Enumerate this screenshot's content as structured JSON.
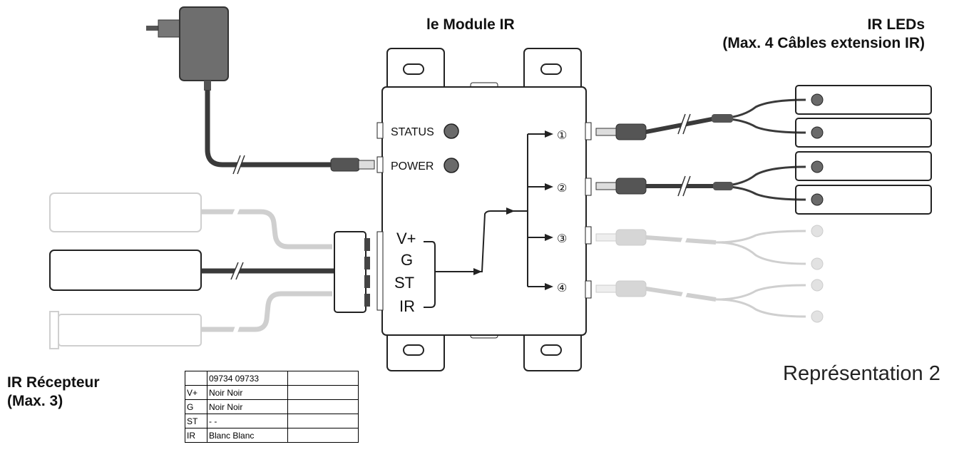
{
  "labels": {
    "module_title": "le Module IR",
    "leds_title_line1": "IR LEDs",
    "leds_title_line2": "(Max. 4 Câbles extension IR)",
    "receiver_title_line1": "IR Récepteur",
    "receiver_title_line2": "(Max. 3)",
    "figure_label": "Représentation 2"
  },
  "module": {
    "status_label": "STATUS",
    "power_label": "POWER",
    "pins": [
      "V+",
      "G",
      "ST",
      "IR"
    ],
    "outputs": [
      "①",
      "②",
      "③",
      "④"
    ]
  },
  "table": {
    "header": [
      "",
      "09734 09733",
      ""
    ],
    "rows": [
      [
        "V+",
        "Noir Noir",
        ""
      ],
      [
        "G",
        "Noir Noir",
        ""
      ],
      [
        "ST",
        "-  -",
        ""
      ],
      [
        "IR",
        "Blanc Blanc",
        ""
      ]
    ]
  },
  "colors": {
    "dark": "#3a3a3a",
    "faded": "#c9c9c9",
    "outline": "#222222"
  }
}
